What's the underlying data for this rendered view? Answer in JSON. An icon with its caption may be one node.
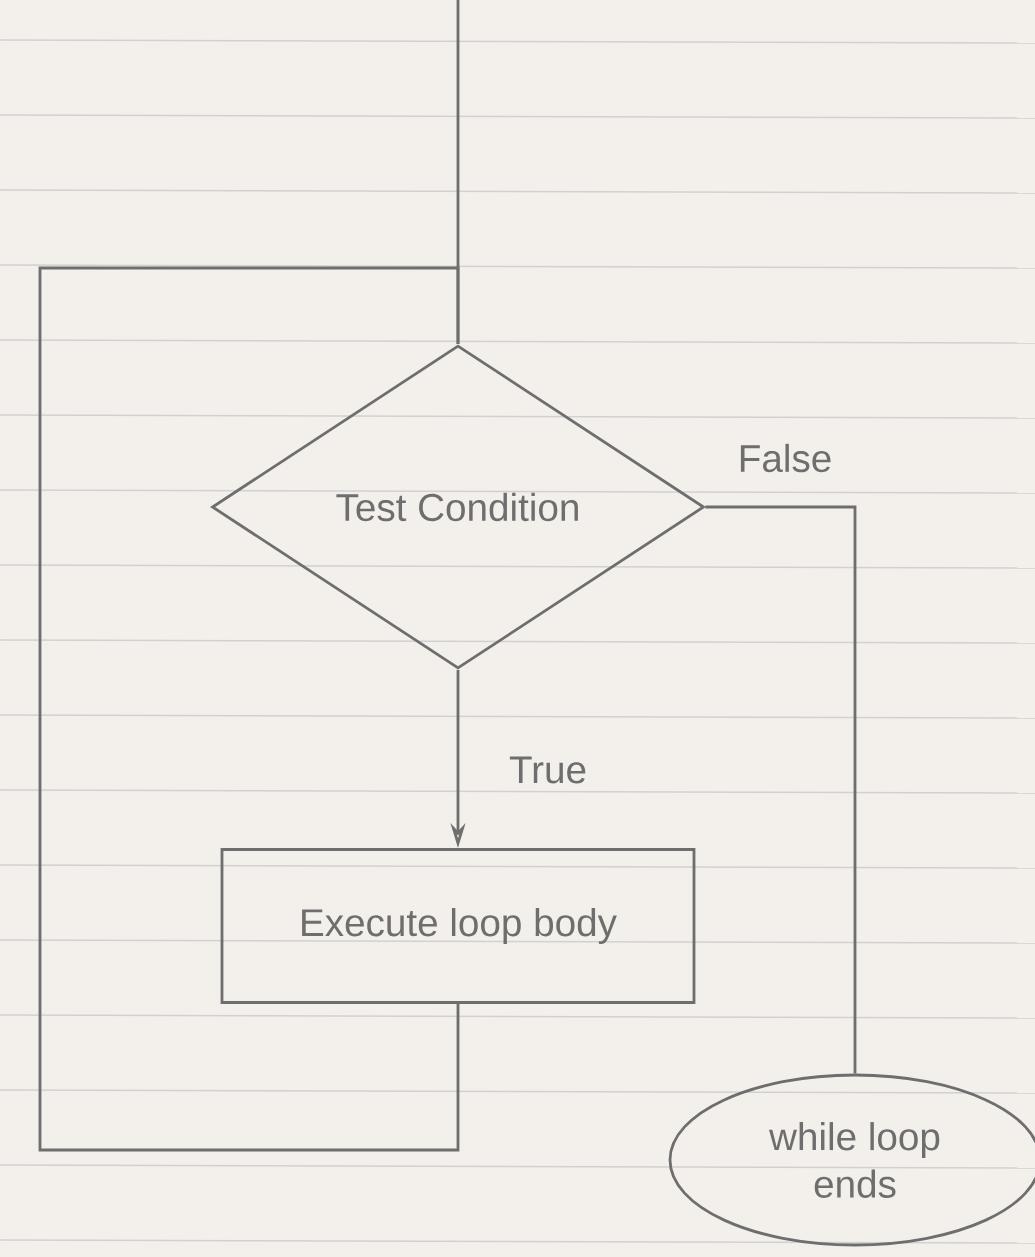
{
  "diagram": {
    "nodes": [
      {
        "text": [
          "Test Condition"
        ]
      },
      {
        "text": [
          "Execute loop body"
        ]
      },
      {
        "text": [
          "while loop ends"
        ]
      }
    ],
    "edges": [
      {
        "from": null,
        "to": 0,
        "arrow": "none"
      },
      {
        "from": 0,
        "to": 1,
        "arrow": "to",
        "label": "True"
      },
      {
        "from": 0,
        "to": 2,
        "arrow": "none",
        "label": "False"
      },
      {
        "from": 1,
        "to": 0,
        "arrow": "none"
      }
    ]
  }
}
